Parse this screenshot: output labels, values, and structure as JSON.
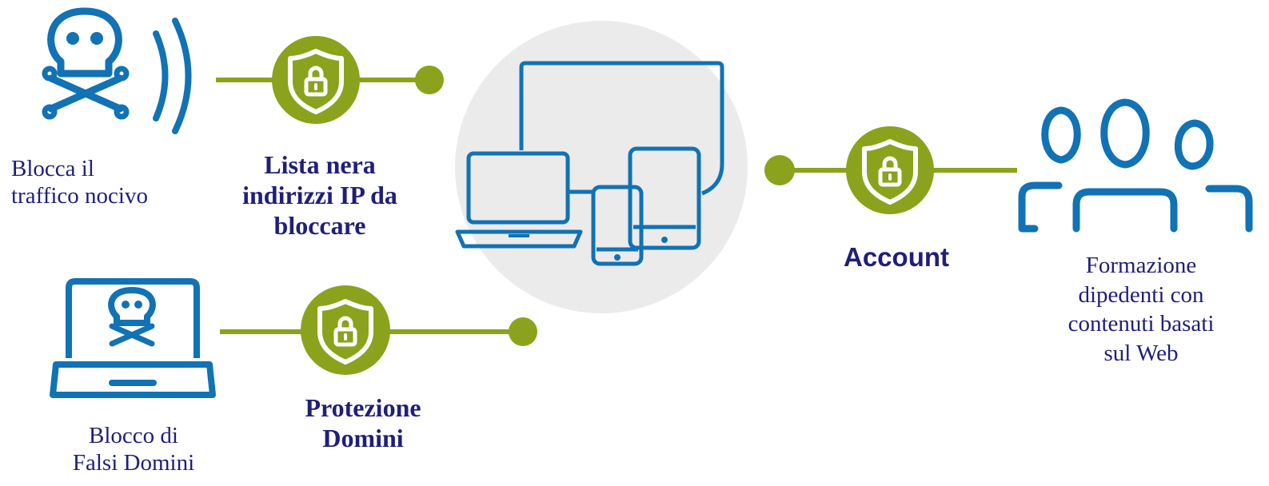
{
  "colors": {
    "blue": "#1172b5",
    "green": "#8ba21c",
    "navy": "#1f1f7a",
    "circle_bg": "#ebebeb"
  },
  "icons": [
    "skull-crossbones-icon",
    "signal-waves-icon",
    "shield-lock-icon",
    "devices-icon",
    "laptop-skull-icon",
    "users-group-icon"
  ],
  "labels": {
    "traffic": [
      "Blocca il",
      "traffico nocivo"
    ],
    "ip_blacklist": [
      "Lista nera",
      "indirizzi IP da",
      "bloccare"
    ],
    "fake_domains": [
      "Blocco di",
      "Falsi Domini"
    ],
    "domain_protection": [
      "Protezione",
      "Domini"
    ],
    "account": "Account",
    "training": [
      "Formazione",
      "dipedenti con",
      "contenuti basati",
      "sul Web"
    ]
  }
}
